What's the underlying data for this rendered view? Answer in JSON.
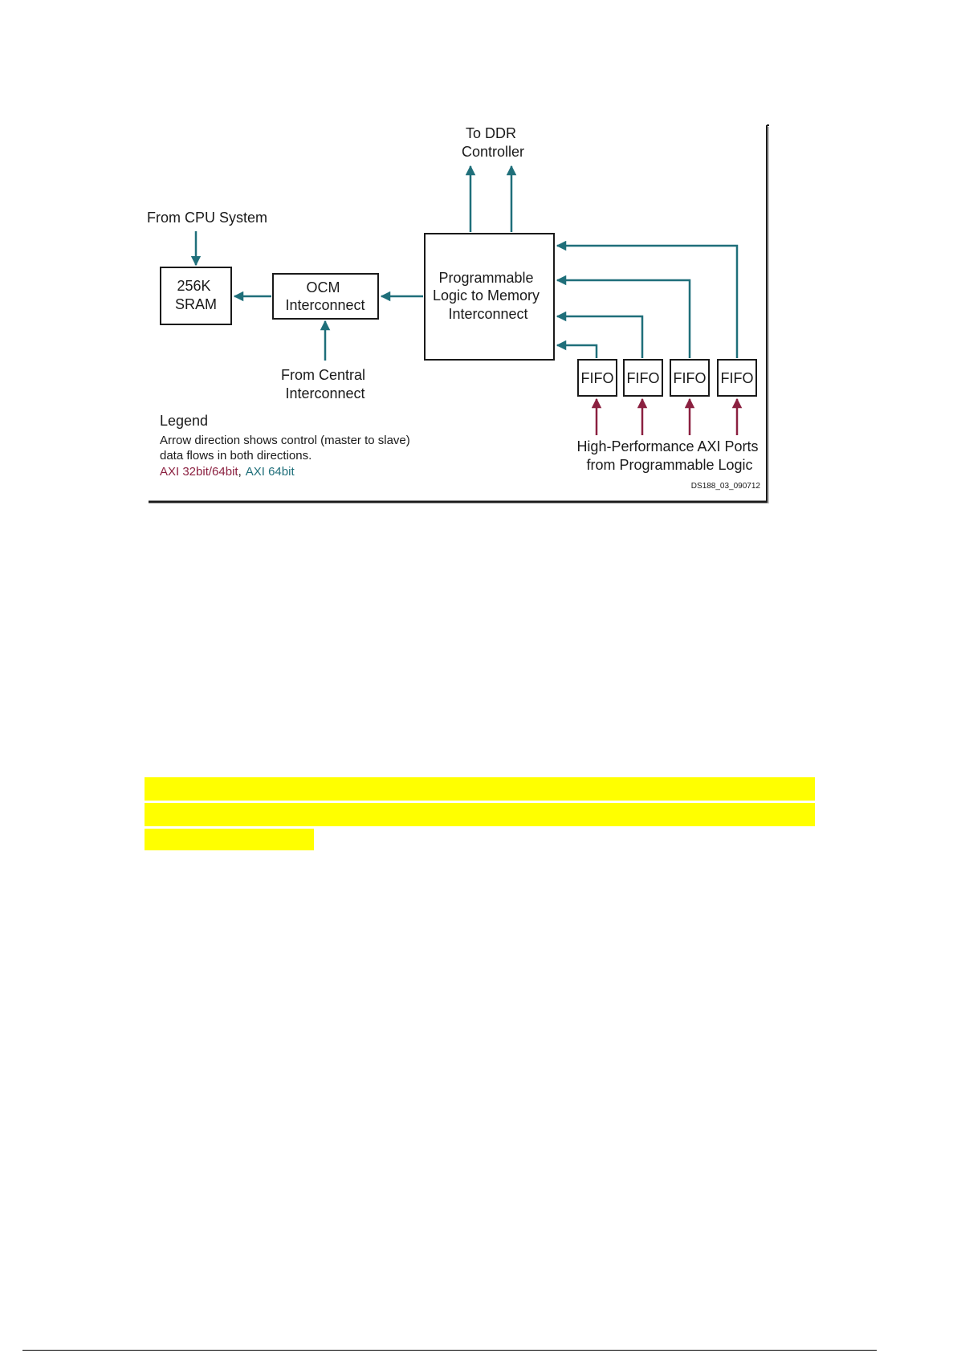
{
  "diagram": {
    "nodes": {
      "sram": {
        "lines": [
          "256K",
          "SRAM"
        ]
      },
      "ocm": {
        "lines": [
          "OCM",
          "Interconnect"
        ]
      },
      "pl_mem": {
        "lines": [
          "Programmable",
          "Logic to Memory",
          "Interconnect"
        ]
      },
      "fifo_labels": [
        "FIFO",
        "FIFO",
        "FIFO",
        "FIFO"
      ]
    },
    "labels": {
      "to_ddr": [
        "To DDR",
        "Controller"
      ],
      "from_cpu": "From CPU System",
      "from_central": [
        "From Central",
        "Interconnect"
      ],
      "hp_axi": [
        "High-Performance AXI Ports",
        "from Programmable Logic"
      ],
      "figure_id": "DS188_03_090712"
    },
    "legend": {
      "title": "Legend",
      "line1": "Arrow direction shows control (master to slave)",
      "line2": "data flows in both directions.",
      "axi32": "AXI 32bit/64bit",
      "separator": ",",
      "axi64": "AXI 64bit"
    },
    "colors": {
      "axi64": "#1f6f7a",
      "axi32": "#8b2040",
      "box_stroke": "#1a1a1a",
      "text": "#1a1a1a"
    }
  },
  "highlight": {
    "color": "#ffff00"
  }
}
